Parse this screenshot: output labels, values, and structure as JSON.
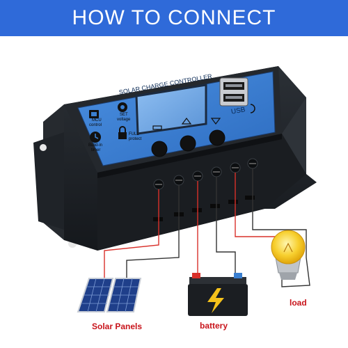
{
  "banner": {
    "title": "HOW TO CONNECT",
    "color": "#2f6ad9"
  },
  "controller": {
    "title": "SOLAR CHARGE CONTROLLER",
    "usb_label": "USB",
    "features": [
      {
        "line1": "MCU",
        "line2": "control",
        "icon": "chip-icon"
      },
      {
        "line1": "SET",
        "line2": "voltage",
        "icon": "gear-icon"
      },
      {
        "line1": "Build-in",
        "line2": "timer",
        "icon": "clock-icon"
      },
      {
        "line1": "FULL",
        "line2": "protect",
        "icon": "lock-icon"
      }
    ],
    "panel_color": "#3a7fd0",
    "body_color": "#1d2126",
    "wire_color": "#d9302a"
  },
  "devices": {
    "solar": {
      "label": "Solar Panels"
    },
    "battery": {
      "label": "battery"
    },
    "load": {
      "label": "load"
    },
    "label_color": "#c8141b"
  }
}
